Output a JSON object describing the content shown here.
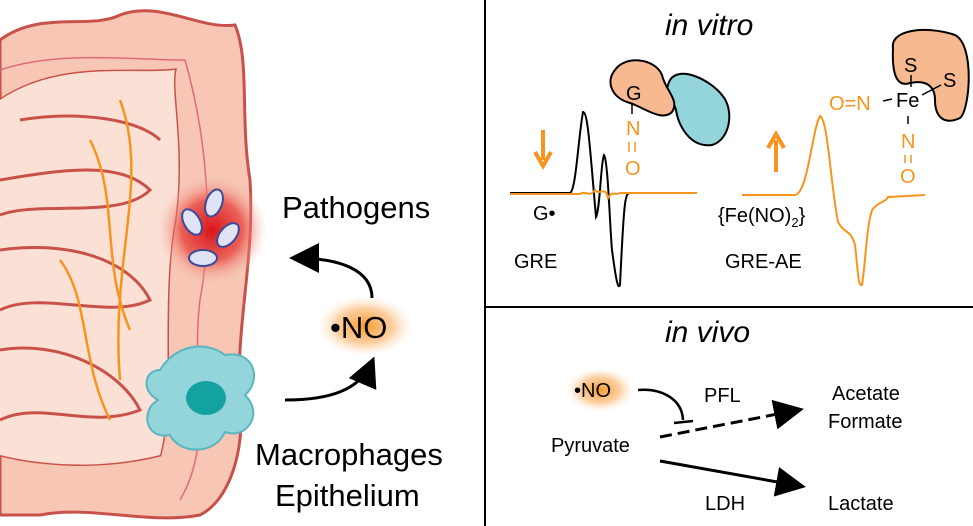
{
  "left_panel": {
    "pathogens_label": "Pathogens",
    "no_label": "•NO",
    "macrophages_label": "Macrophages",
    "epithelium_label": "Epithelium"
  },
  "in_vitro": {
    "title": "in vitro",
    "gre": {
      "radical_label": "G•",
      "enzyme_label": "GRE",
      "residue_label": "G",
      "n_label": "N",
      "o_label": "O"
    },
    "gre_ae": {
      "complex_label": "{Fe(NO)",
      "complex_subscript": "2",
      "complex_close": "}",
      "enzyme_label": "GRE-AE",
      "fe_label": "Fe",
      "s1_label": "S",
      "s2_label": "S",
      "no_left_label": "O=N",
      "n_label": "N",
      "o_label": "O"
    }
  },
  "in_vivo": {
    "title": "in vivo",
    "no_label": "•NO",
    "pfl_label": "PFL",
    "pyruvate_label": "Pyruvate",
    "acetate_label": "Acetate",
    "formate_label": "Formate",
    "ldh_label": "LDH",
    "lactate_label": "Lactate"
  },
  "colors": {
    "orange": "#f7941d",
    "pink": "#f7c6b5",
    "outline": "#c8524a",
    "teal": "#93d5db",
    "tan": "#f7b98f"
  }
}
